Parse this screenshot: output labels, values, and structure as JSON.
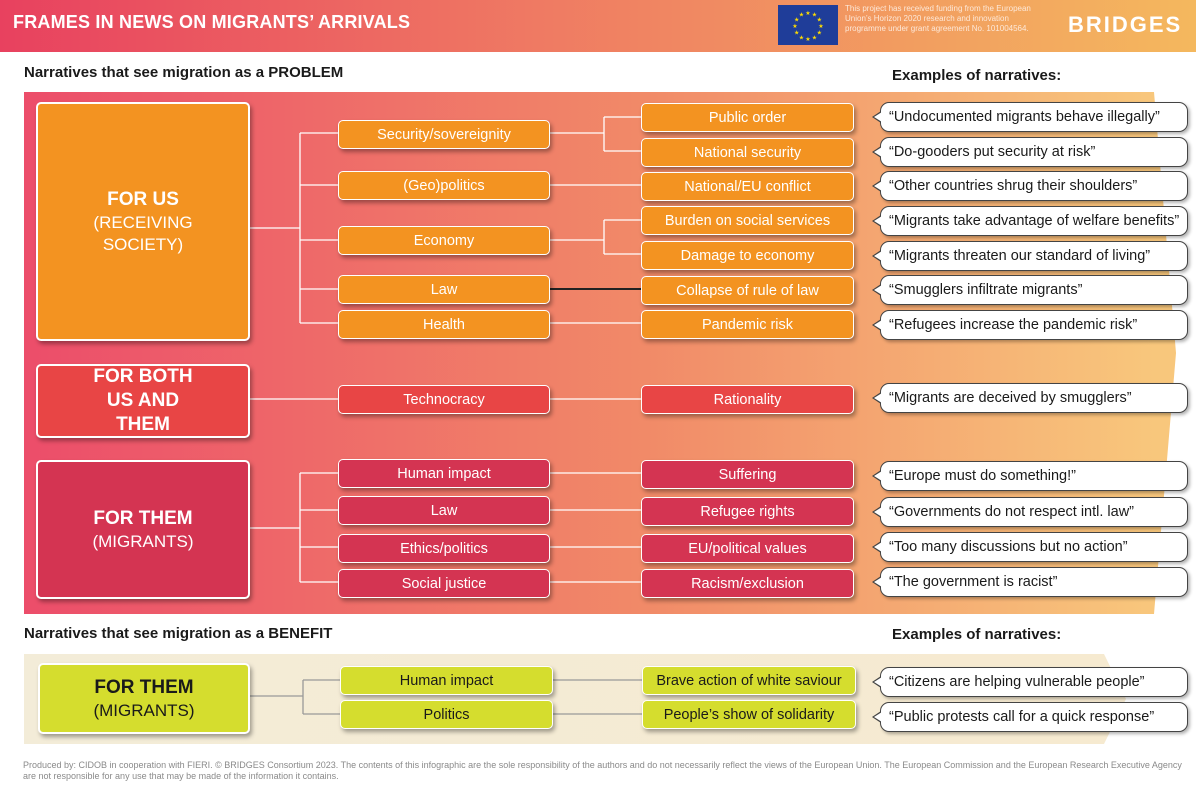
{
  "header": {
    "title": "FRAMES IN NEWS ON MIGRANTS’ ARRIVALS",
    "eu_notice": "This project has received funding from the European Union’s Horizon 2020 research and innovation programme under grant agreement No. 101004564.",
    "brand": "BRIDGES",
    "colors": {
      "gradient_start": "#e8415f",
      "gradient_end": "#f4b85e",
      "eu_blue": "#1f3d99",
      "eu_star": "#ffdd00"
    }
  },
  "problem": {
    "title": "Narratives that see migration as a PROBLEM",
    "examples_heading": "Examples of narratives:",
    "groups": [
      {
        "title": "FOR US",
        "subtitle": "(RECEIVING SOCIETY)",
        "color": "#f39321"
      },
      {
        "title": "FOR BOTH US AND THEM",
        "subtitle": "",
        "color": "#e84545"
      },
      {
        "title": "FOR THEM",
        "subtitle": "(MIGRANTS)",
        "color": "#d43452"
      }
    ],
    "categories": [
      "Security/sovereignity",
      "(Geo)politics",
      "Economy",
      "Law",
      "Health",
      "Technocracy",
      "Human impact",
      "Law",
      "Ethics/politics",
      "Social justice"
    ],
    "frames": [
      "Public order",
      "National security",
      "National/EU conflict",
      "Burden on social services",
      "Damage to economy",
      "Collapse of rule of law",
      "Pandemic risk",
      "Rationality",
      "Suffering",
      "Refugee rights",
      "EU/political values",
      "Racism/exclusion"
    ],
    "examples": [
      "“Undocumented migrants behave illegally”",
      "“Do-gooders put security at risk”",
      "“Other countries shrug their shoulders”",
      "“Migrants take advantage of welfare benefits”",
      "“Migrants threaten our standard of living”",
      "“Smugglers infiltrate migrants”",
      "“Refugees increase the pandemic risk”",
      "“Migrants are deceived by smugglers”",
      "“Europe must do something!”",
      "“Governments do not respect intl. law”",
      "“Too many discussions but no action”",
      "“The government is racist”"
    ]
  },
  "benefit": {
    "title": "Narratives that see migration as a BENEFIT",
    "examples_heading": "Examples of narratives:",
    "group": {
      "title": "FOR THEM",
      "subtitle": "(MIGRANTS)",
      "color": "#d5dd2e"
    },
    "categories": [
      "Human impact",
      "Politics"
    ],
    "frames": [
      "Brave action of white saviour",
      "People’s show of solidarity"
    ],
    "examples": [
      "“Citizens are helping vulnerable people”",
      "“Public protests call for a quick response”"
    ]
  },
  "footer": "Produced by: CIDOB in cooperation with FIERI. © BRIDGES Consortium 2023. The contents of this infographic are the sole responsibility of the authors and do not necessarily reflect the views of the European Union. The European Commission and the European Research Executive Agency are not responsible for any use that may be made of the information it contains."
}
